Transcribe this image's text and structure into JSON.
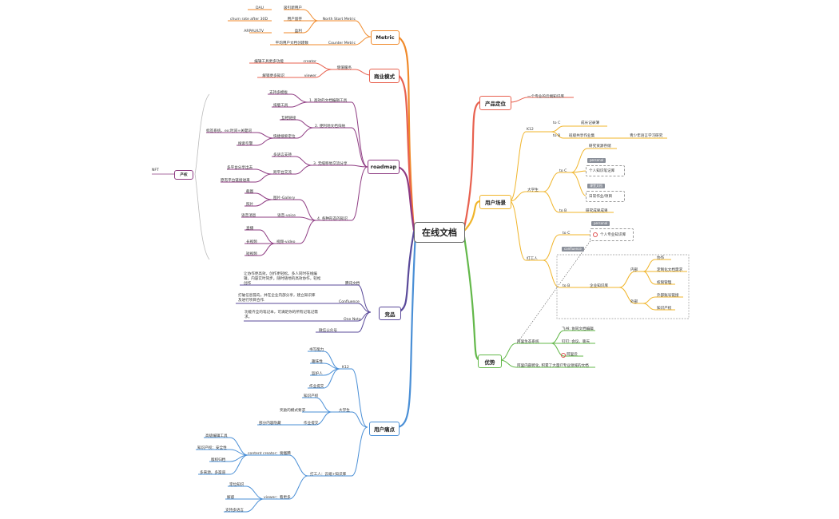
{
  "root": "在线文档",
  "product": {
    "label": "产品定位",
    "desc": "一个专业的云端知识库"
  },
  "scenarios": {
    "label": "用户场景",
    "k12": "K12",
    "k12_toC": "to C",
    "k12_toC_item": "成长记录薄",
    "k12_toB": "to B",
    "k12_toB_item": "班级共享作业集",
    "k12_toB_item2": "青少年语言学习研究",
    "college": "大学生",
    "col_toC": "to C",
    "col_toC_item1": "研究资源存储",
    "tag_personal": "personal",
    "col_notes": "个人知识笔记库",
    "tag_class": "课堂文档",
    "col_daily": "日常作业/项目",
    "col_toB": "to B",
    "col_toB_item": "研究成果成果",
    "worker": "打工人",
    "w_toC": "to C",
    "tag_personal2": "personal",
    "w_personal": "个人专业知识库",
    "tag_confluence": "confluence",
    "w_toB": "to B",
    "w_enterprise": "企业知识库",
    "w_internal": "内部",
    "w_collab": "协作",
    "w_regular": "定制化文档需求",
    "w_permission": "权限管理",
    "w_external": "外部",
    "w_external1": "外部账号链接",
    "w_ip": "知识产权"
  },
  "advantages": {
    "label": "优势",
    "ecosystem": "阿里生态系统",
    "e1": "飞书: 协同文档编辑",
    "e2": "钉钉: 会议、聊天",
    "e3": "阿里云",
    "internal": "阿里内部孵化, 积累了大量IT专业领域的文档"
  },
  "metric": {
    "label": "Metric",
    "nsm": "North Start Metric",
    "dau": "DAU",
    "dau_desc": "吸引新用户",
    "churn": "churn rate after 30D",
    "churn_desc": "用户留存",
    "arpu": "ARPAU/LTV",
    "arpu_desc": "盈利",
    "counter": "Counter Metric",
    "counter_desc": "平均用户文档创建数"
  },
  "business": {
    "label": "商业模式",
    "value_service": "增值服务",
    "creator": "creator",
    "creator_desc": "编辑工具更多功能",
    "viewer": "viewer",
    "viewer_desc": "解锁更多知识"
  },
  "roadmap": {
    "label": "roadmap",
    "r1": "1. 高效的文档编辑工具",
    "r1a": "支持多模板",
    "r1b": "排版工具",
    "r2": "2. 便利地文档归纳",
    "r2a": "互相链接",
    "r2b": "快捷搜索定位",
    "r2c": "标签系统、ex:时间+关键词",
    "r2d": "搜索引擎",
    "r3": "3. 无缝移地交流分享",
    "r3a": "多语言支持",
    "r3b": "跨平台交流",
    "r3c": "多平台分享出去",
    "r3d": "原有平台链接进来",
    "r4": "4. 各种形态的知识",
    "r4a": "图片-Gallery",
    "r4a1": "截图",
    "r4a2": "照片",
    "r4b": "语音-voice",
    "r4b1": "语音消息",
    "r4c": "视频-video",
    "r4c1": "直播",
    "r4c2": "长视频",
    "r4c3": "短视频",
    "product_label": "产权",
    "nft": "NFT"
  },
  "competitors": {
    "label": "竞品",
    "c1": "腾讯文档",
    "c1_desc1": "让协作更高效，创作更轻松。多人同时在线编",
    "c1_desc2": "辑，内容实时同步。随时随地的高效协作，轻松",
    "c1_desc3": "创作",
    "c2": "Confluence",
    "c2_desc1": "打破信息孤岛，并在企业内部分享，建立知识库",
    "c2_desc2": "及进行项目合作.",
    "c3": "One Note",
    "c3_desc1": "功能齐全的笔记本，可满足你的所有记笔记需",
    "c3_desc2": "求。",
    "c4": "微信公众号"
  },
  "painpoints": {
    "label": "用户痛点",
    "k12": "K12",
    "k1": "书写能力",
    "k2": "趣味性",
    "k3": "监护人",
    "k4": "作业提交",
    "college": "大学生",
    "c1": "知识产权",
    "c2": "奖励的模式要求",
    "c3": "作业提交",
    "c4": "部分内容隐藏",
    "worker": "打工人：云端+知识库",
    "creator": "content creator：要搬腾",
    "cr1": "高级编辑工具",
    "cr2": "知识产权：安全性",
    "cr3": "版权归档",
    "cr4": "多来源，多渠道",
    "viewer": "viewer：看更多",
    "v1": "定位知识",
    "v2": "解惑",
    "v3": "支持多语言"
  },
  "colors": {
    "product": "#e8614f",
    "scenarios": "#f0b429",
    "advantages": "#63b84a",
    "metric": "#f08a2b",
    "business": "#e8614f",
    "roadmap": "#8e3b82",
    "competitors": "#5a4a9a",
    "painpoints": "#4a8fd6"
  }
}
